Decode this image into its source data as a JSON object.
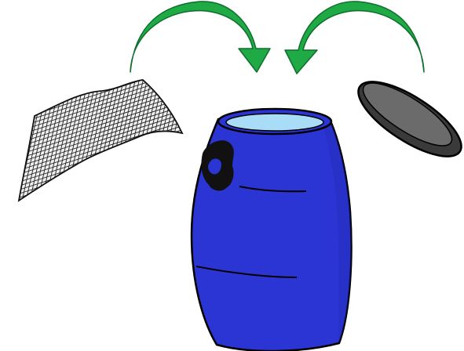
{
  "colors": {
    "background": "#ffffff",
    "arrow_fill": "#1faa45",
    "arrow_shade": "#14883a",
    "outline": "#111111",
    "barrel_body": "#2b35d4",
    "barrel_shade": "#1f27b0",
    "barrel_opening": "#a9dcf6",
    "handle": "#111111",
    "lid_rim": "#3a3a3a",
    "lid_face": "#6b6b6b",
    "net_lines": "#222222"
  },
  "scene": {
    "items": [
      {
        "id": "net",
        "icon": "mesh-net-icon"
      },
      {
        "id": "barrel",
        "icon": "blue-barrel-icon"
      },
      {
        "id": "lid",
        "icon": "barrel-lid-icon"
      }
    ],
    "arrows": [
      {
        "id": "left-arrow",
        "from": "net",
        "to": "barrel",
        "icon": "curved-arrow-icon"
      },
      {
        "id": "right-arrow",
        "from": "lid",
        "to": "barrel",
        "icon": "curved-arrow-icon"
      }
    ]
  }
}
